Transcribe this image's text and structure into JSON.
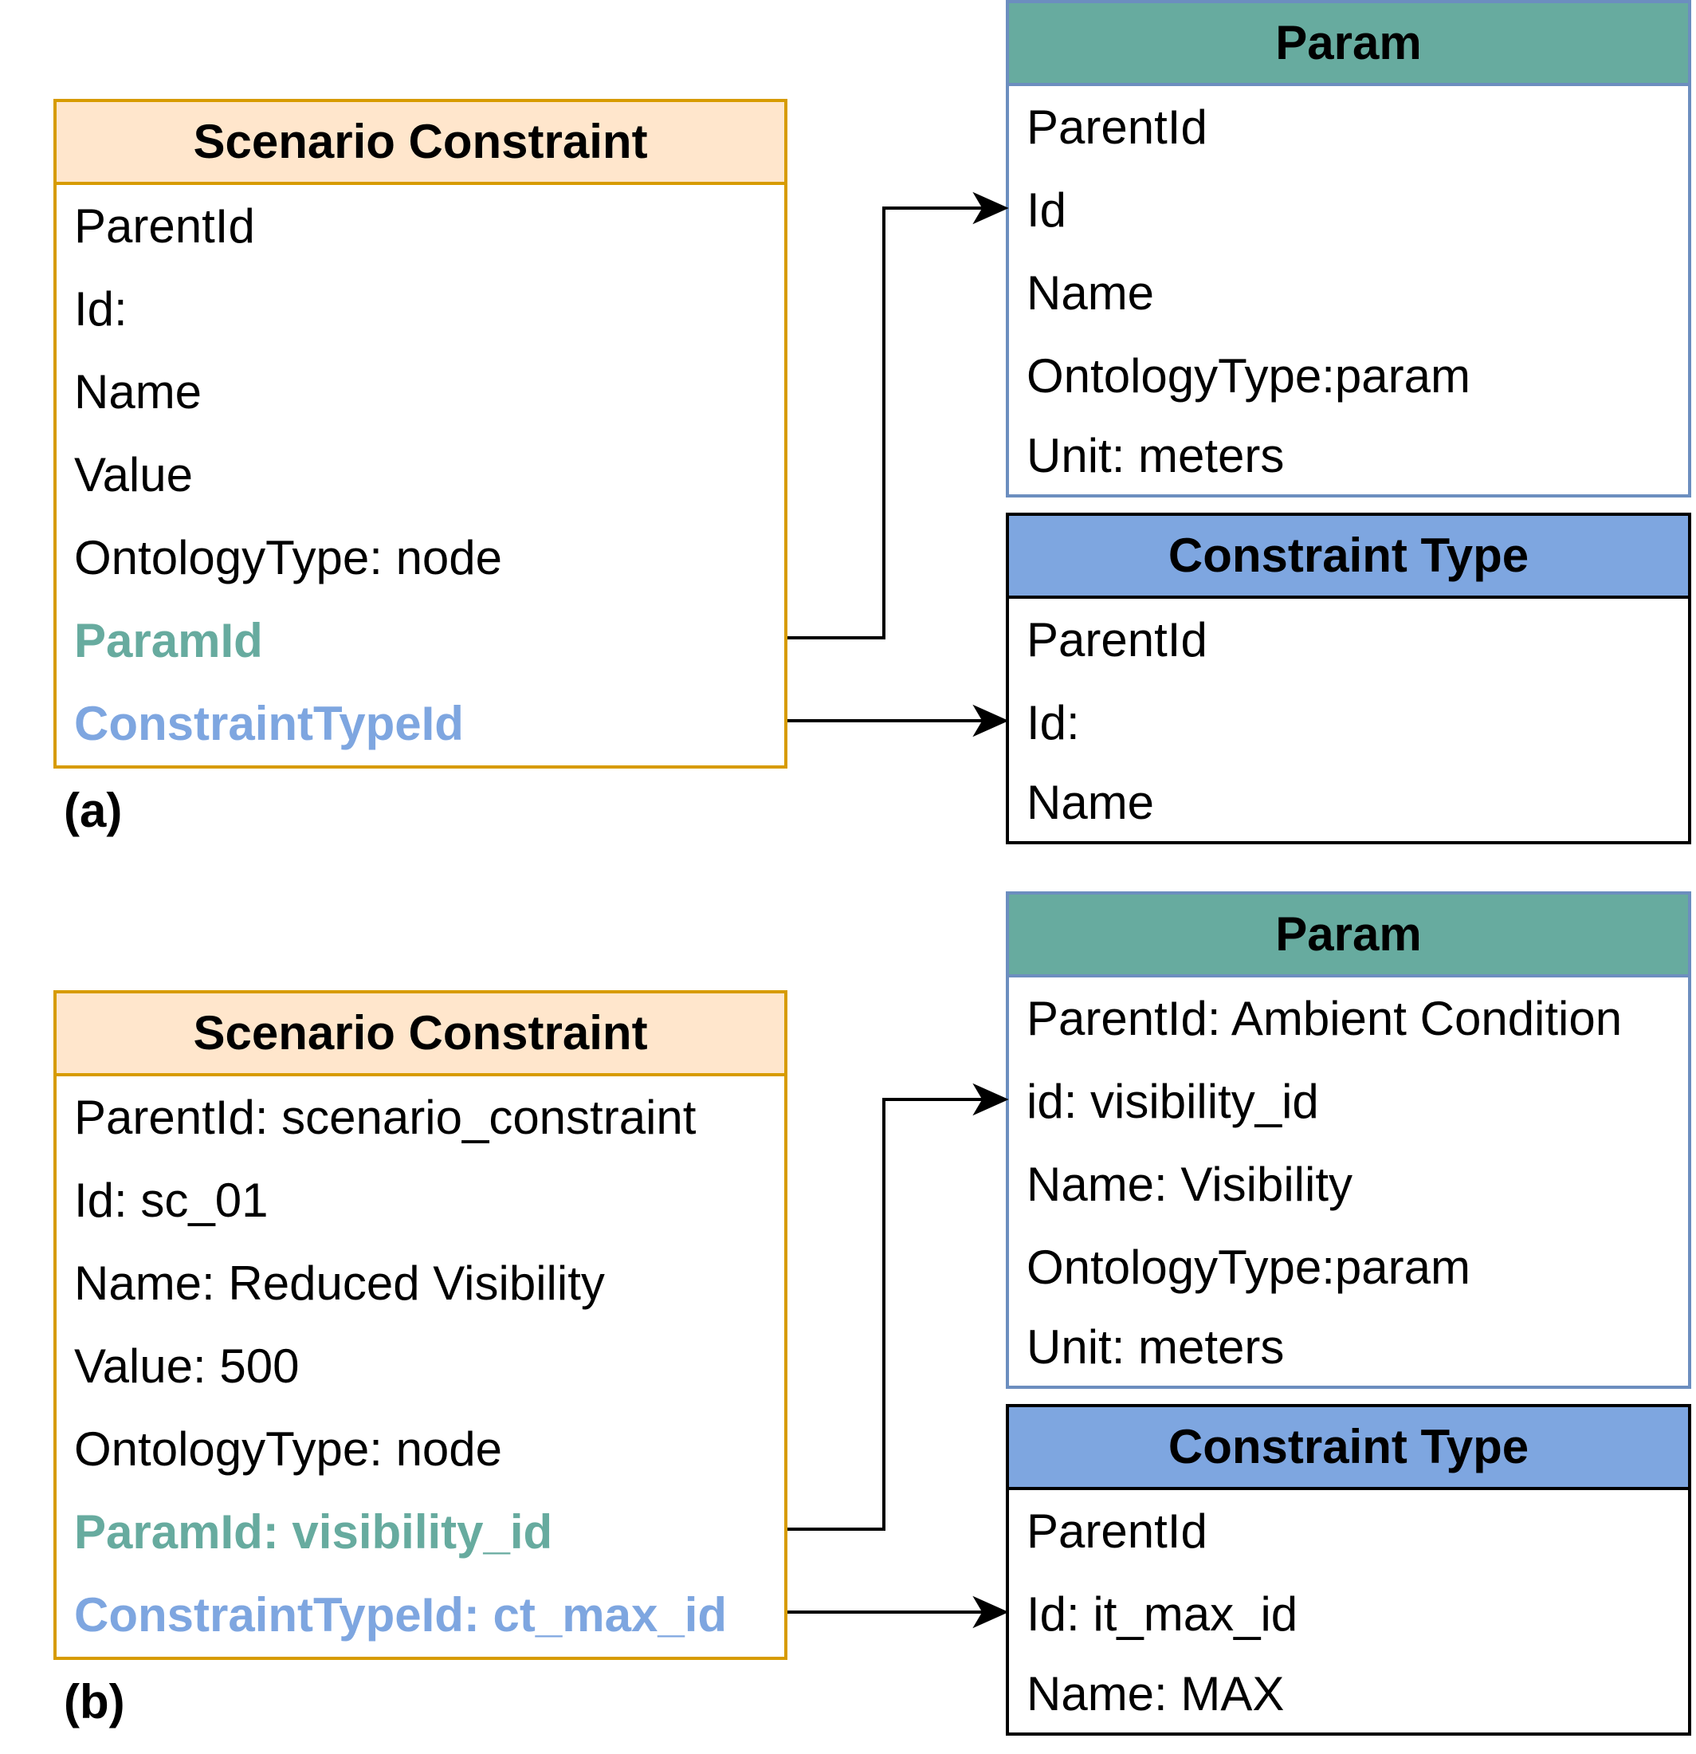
{
  "colors": {
    "scenario_header": "#ffe6cc",
    "scenario_border": "#d79b00",
    "param_header": "#67ab9f",
    "param_border": "#6c8ebf",
    "constraint_type_header": "#7ea6e0",
    "param_ref_text": "#67ab9f",
    "constraint_ref_text": "#7ea6e0"
  },
  "panel_a": {
    "label": "(a)",
    "scenario_constraint": {
      "title": "Scenario Constraint",
      "fields": [
        "ParentId",
        "Id:",
        "Name",
        "Value",
        "OntologyType: node"
      ],
      "param_ref": "ParamId",
      "constraint_type_ref": "ConstraintTypeId"
    },
    "param": {
      "title": "Param",
      "fields": [
        "ParentId",
        "Id",
        "Name",
        "OntologyType:param",
        "Unit: meters"
      ]
    },
    "constraint_type": {
      "title": "Constraint Type",
      "fields": [
        "ParentId",
        "Id:",
        "Name"
      ]
    }
  },
  "panel_b": {
    "label": "(b)",
    "scenario_constraint": {
      "title": "Scenario Constraint",
      "fields": [
        "ParentId: scenario_constraint",
        "Id: sc_01",
        "Name: Reduced Visibility",
        "Value: 500",
        "OntologyType: node"
      ],
      "param_ref": "ParamId: visibility_id",
      "constraint_type_ref": "ConstraintTypeId: ct_max_id"
    },
    "param": {
      "title": "Param",
      "fields": [
        "ParentId: Ambient Condition",
        "id: visibility_id",
        "Name: Visibility",
        "OntologyType:param",
        "Unit: meters"
      ]
    },
    "constraint_type": {
      "title": "Constraint Type",
      "fields": [
        "ParentId",
        "Id: it_max_id",
        "Name: MAX"
      ]
    }
  }
}
